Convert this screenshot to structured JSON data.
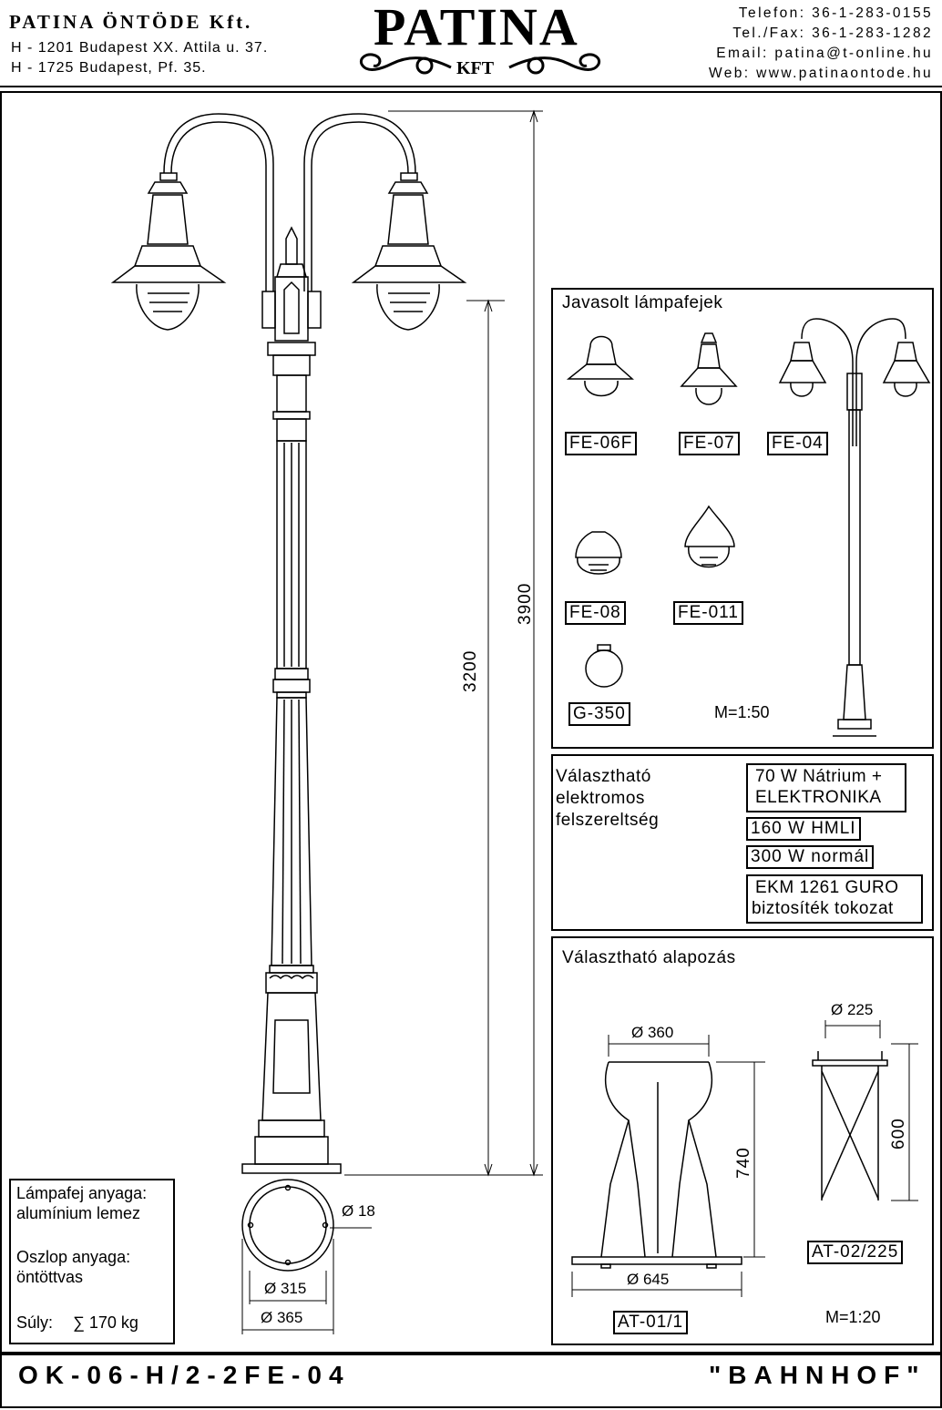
{
  "header": {
    "company_name": "PATINA ÖNTÖDE Kft.",
    "address_1": "H - 1201 Budapest XX. Attila u. 37.",
    "address_2": "H - 1725 Budapest, Pf. 35.",
    "logo_main": "PATINA",
    "logo_sub": "KFT",
    "phone": "Telefon: 36-1-283-0155",
    "fax": "Tel./Fax: 36-1-283-1282",
    "email": "Email: patina@t-online.hu",
    "web": "Web: www.patinaontode.hu"
  },
  "drawing": {
    "dim_total_height": "3900",
    "dim_shaft_height": "3200",
    "base_inner_diameter": "Ø 315",
    "base_outer_diameter": "Ø 365",
    "bolt_hole_diameter": "Ø 18"
  },
  "materials": {
    "head_material_label": "Lámpafej anyaga:",
    "head_material_value": "alumínium lemez",
    "post_material_label": "Oszlop anyaga:",
    "post_material_value": "öntöttvas",
    "weight_label": "Súly:",
    "weight_value": "∑ 170 kg"
  },
  "lamp_heads": {
    "title": "Javasolt lámpafejek",
    "items": [
      "FE-06F",
      "FE-07",
      "FE-04",
      "FE-08",
      "FE-011",
      "G-350"
    ],
    "scale": "M=1:50"
  },
  "electrical": {
    "title_1": "Választható",
    "title_2": "elektromos",
    "title_3": "felszereltség",
    "options": [
      "70 W Nátrium +",
      "ELEKTRONIKA",
      "160 W HMLI",
      "300 W normál",
      "EKM 1261 GURO",
      "biztosíték tokozat"
    ]
  },
  "foundation": {
    "title": "Választható alapozás",
    "at01_top_diameter": "Ø 360",
    "at01_height": "740",
    "at01_bottom_diameter": "Ø 645",
    "at01_code": "AT-01/1",
    "at02_diameter": "Ø 225",
    "at02_height": "600",
    "at02_code": "AT-02/225",
    "scale": "M=1:20"
  },
  "footer": {
    "product_code": "OK-06-H/2-2FE-04",
    "product_name": "\"BAHNHOF\""
  }
}
